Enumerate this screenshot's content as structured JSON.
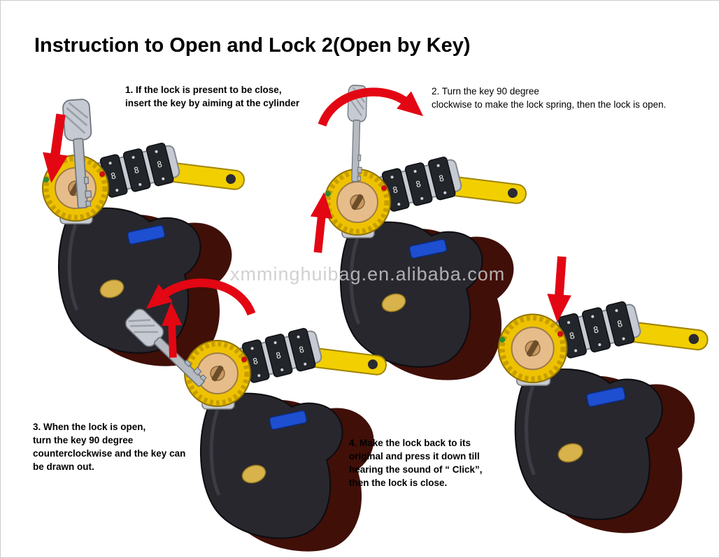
{
  "title": "Instruction to Open and Lock 2(Open by Key)",
  "steps": [
    {
      "label": "step-1",
      "text": "1. If the lock is present to be close,\ninsert the key by aiming at the cylinder"
    },
    {
      "label": "step-2",
      "text": "2. Turn the key 90 degree\nclockwise to make the lock spring, then the lock is open."
    },
    {
      "label": "step-3",
      "text": "3. When the lock is open,\nturn the key 90 degree\ncounterclockwise and the key can\nbe drawn out."
    },
    {
      "label": "step-4",
      "text": "4. Make the lock back to its\noriginal and press it down till\nhearing the sound of “ Click”,\nthen the lock is close."
    }
  ],
  "watermark": "xmminghuibag.en.alibaba.com",
  "figures": [
    {
      "name": "step1-figure",
      "icons": [
        "down-arrow-icon",
        "key-icon",
        "lock-illustration"
      ]
    },
    {
      "name": "step2-figure",
      "icons": [
        "clockwise-arrow-icon",
        "up-arrow-icon",
        "key-icon",
        "lock-illustration"
      ]
    },
    {
      "name": "step3-figure",
      "icons": [
        "counterclockwise-arrow-icon",
        "up-arrow-icon",
        "key-icon",
        "lock-illustration"
      ]
    },
    {
      "name": "step4-figure",
      "icons": [
        "down-arrow-icon",
        "lock-illustration"
      ]
    }
  ],
  "colors": {
    "arrow": "#e30613",
    "knob": "#eec200",
    "knob-inner": "#e6bd8a",
    "body": "#27272d",
    "shadow": "#400f08",
    "arm": "#f2cf00",
    "gold": "#d8b34c",
    "blue": "#1d4fd0",
    "metal": "#c6cad2",
    "watermark": "#c9c9c9"
  }
}
